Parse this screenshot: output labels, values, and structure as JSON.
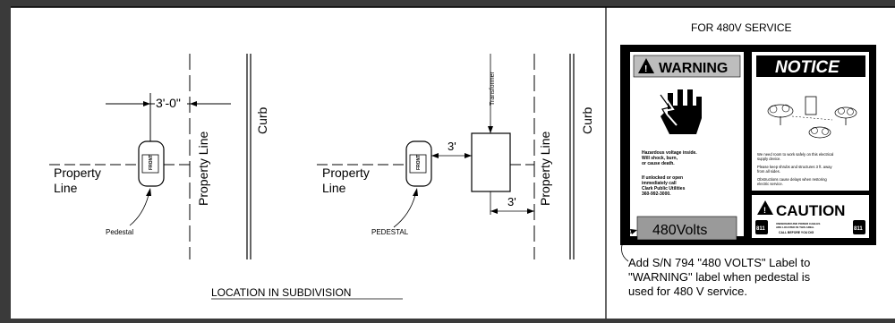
{
  "left_panel": {
    "dimension_top": "3'-0\"",
    "property_line_vertical": "Property Line",
    "property_line_horizontal": [
      "Property",
      "Line"
    ],
    "curb": "Curb",
    "pedestal_front": "FRONT",
    "pedestal_label": "Pedestal"
  },
  "middle_panel": {
    "transformer": "Transformer",
    "dimension_horizontal": "3'",
    "dimension_bottom": "3'",
    "property_line_vertical": "Property Line",
    "property_line_horizontal": [
      "Property",
      "Line"
    ],
    "curb": "Curb",
    "pedestal_front": "FRONT",
    "pedestal_label": "PEDESTAL"
  },
  "caption": "LOCATION IN SUBDIVISION",
  "right_panel": {
    "title": "FOR 480V SERVICE",
    "warning": {
      "header": "WARNING",
      "text_lines": [
        "Hazardous voltage inside.",
        "Will shock, burn,",
        "or cause death.",
        "",
        "If unlocked or open",
        "immediately call",
        "Clark Public Utilities",
        "360-992-3000."
      ],
      "volts": "480Volts"
    },
    "notice": {
      "header": "NOTICE",
      "text_lines": [
        "We need room to work safely on this electrical",
        "supply device.",
        "Please keep shrubs and structures 3 ft. away",
        "from all sides.",
        "Obstructions cause delays when restoring",
        "electric service."
      ]
    },
    "caution": {
      "header": "CAUTION",
      "badge": "811",
      "text_lines": [
        "UNDERGROUND POWER CABLES",
        "ARE LOCATED IN THIS AREA.",
        "CALL BEFORE YOU DIG"
      ]
    },
    "note_lines": [
      "Add S/N 794 \"480 VOLTS\" Label to",
      "\"WARNING\" label when pedestal is",
      "used for 480 V service."
    ]
  }
}
